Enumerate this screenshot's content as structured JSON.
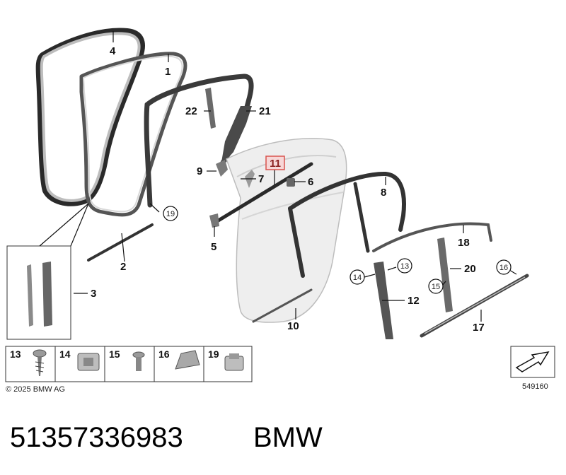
{
  "diagram": {
    "callouts": {
      "c1": "1",
      "c2": "2",
      "c3": "3",
      "c4": "4",
      "c5": "5",
      "c6": "6",
      "c7": "7",
      "c8": "8",
      "c9": "9",
      "c10": "10",
      "c11": "11",
      "c12": "12",
      "c13": "13",
      "c14": "14",
      "c15": "15",
      "c16": "16",
      "c17": "17",
      "c18": "18",
      "c19": "19",
      "c20": "20",
      "c21": "21",
      "c22": "22"
    },
    "highlight_color": "#d9534f",
    "legend": [
      {
        "number": "13",
        "icon": "tapping-screw-icon"
      },
      {
        "number": "14",
        "icon": "clip-nut-icon"
      },
      {
        "number": "15",
        "icon": "screw-icon"
      },
      {
        "number": "16",
        "icon": "expanding-clip-icon"
      },
      {
        "number": "19",
        "icon": "nut-icon"
      }
    ],
    "copyright": "© 2025 BMW AG",
    "image_number": "549160",
    "orientation_icon": "direction-arrow-icon"
  },
  "footer": {
    "part_number": "51357336983",
    "brand": "BMW"
  }
}
